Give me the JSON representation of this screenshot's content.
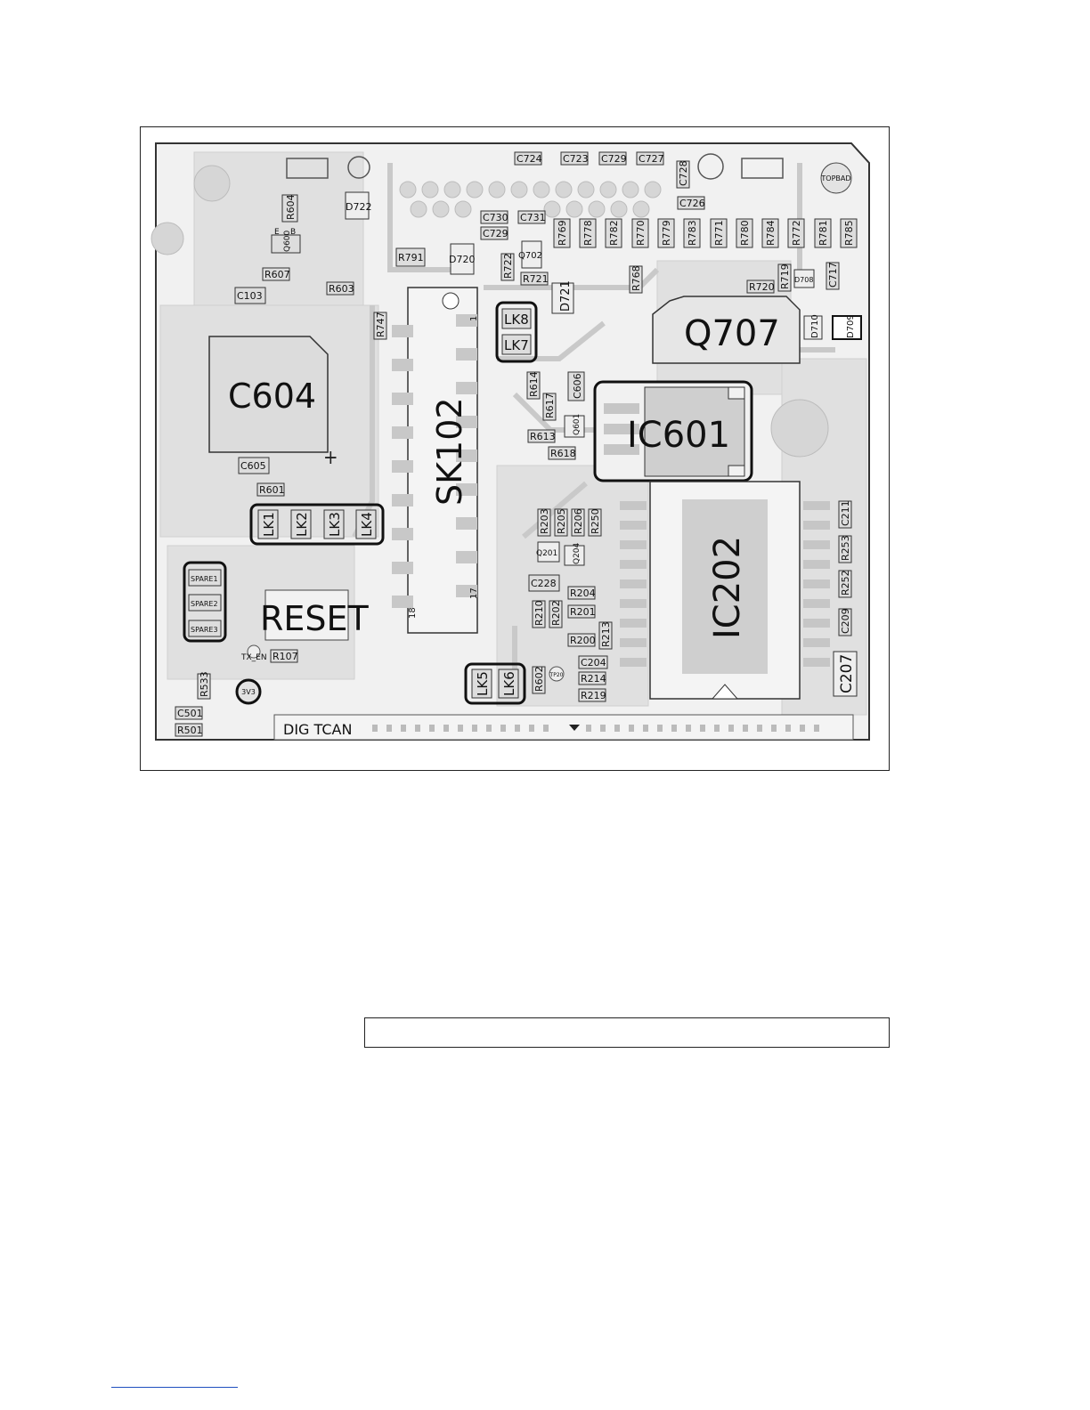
{
  "figure": {
    "large_labels": {
      "c604": "C604",
      "sk102": "SK102",
      "ic601": "IC601",
      "ic202": "IC202",
      "q707": "Q707",
      "reset": "RESET"
    },
    "links": {
      "lk1": "LK1",
      "lk2": "LK2",
      "lk3": "LK3",
      "lk4": "LK4",
      "lk5": "LK5",
      "lk6": "LK6",
      "lk7": "LK7",
      "lk8": "LK8"
    },
    "spares": {
      "spare1": "SPARE1",
      "spare2": "SPARE2",
      "spare3": "SPARE3"
    },
    "testpoints": {
      "v3v3": "3V3",
      "topbad": "TOPBAD",
      "tx_en": "TX_EN",
      "tp": "TP20"
    },
    "connector_label": "DIG TCAN",
    "pins": {
      "p1": "1",
      "p17": "17",
      "p18": "18"
    },
    "transistor_pins": {
      "b": "B",
      "e": "E"
    },
    "top_caps": [
      "C724",
      "C723",
      "C729",
      "C727",
      "C728",
      "C726"
    ],
    "resistor_row": [
      "R769",
      "R778",
      "R782",
      "R770",
      "R779",
      "R783",
      "R771",
      "R780",
      "R784",
      "R772",
      "R781",
      "R785"
    ],
    "refs": {
      "r604": "R604",
      "q600": "Q600",
      "d722": "D722",
      "r607": "R607",
      "c103": "C103",
      "r603": "R603",
      "r791": "R791",
      "d720": "D720",
      "c730": "C730",
      "c731": "C731",
      "c729b": "C729",
      "q702": "Q702",
      "r722": "R722",
      "r721": "R721",
      "d721": "D721",
      "r768": "R768",
      "r720": "R720",
      "r719": "R719",
      "d708": "D708",
      "c717": "C717",
      "d710": "D710",
      "d709": "D709",
      "r747": "R747",
      "r614": "R614",
      "c606": "C606",
      "r617": "R617",
      "q601": "Q601",
      "r613": "R613",
      "r618": "R618",
      "c605": "C605",
      "r601": "R601",
      "r203": "R203",
      "r205": "R205",
      "r206": "R206",
      "r250": "R250",
      "q201": "Q201",
      "q204": "Q204",
      "c228": "C228",
      "r204": "R204",
      "r210": "R210",
      "r202": "R202",
      "r201": "R201",
      "r213": "R213",
      "r200": "R200",
      "c204": "C204",
      "r602": "R602",
      "r214": "R214",
      "r219": "R219",
      "c211": "C211",
      "r253": "R253",
      "r252": "R252",
      "c209": "C209",
      "c207": "C207",
      "r107": "R107",
      "r533": "R533",
      "c501": "C501",
      "r501": "R501"
    }
  }
}
